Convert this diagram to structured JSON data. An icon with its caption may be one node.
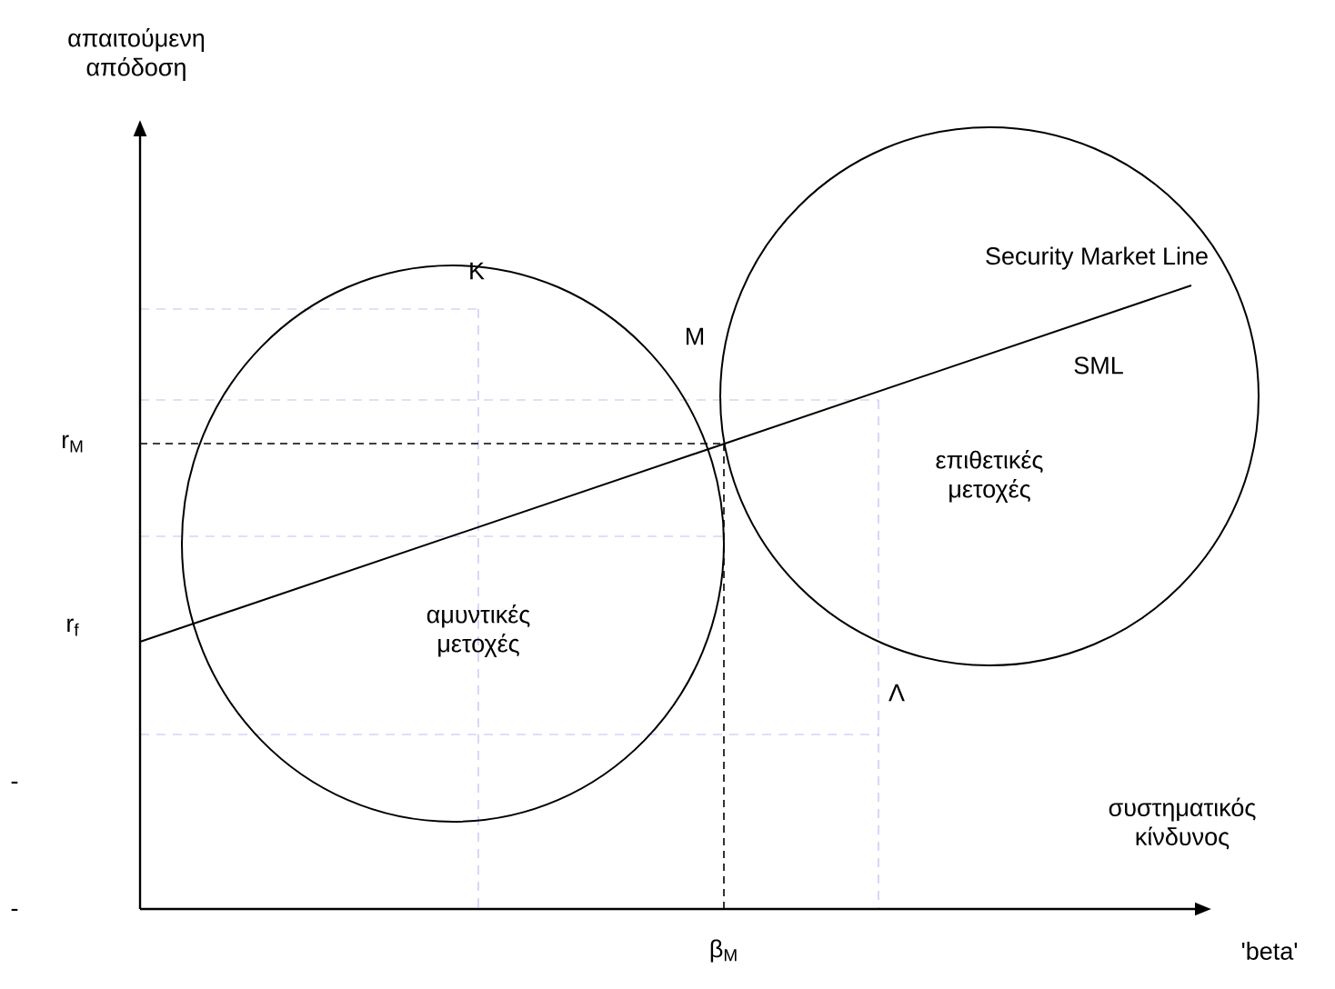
{
  "diagram": {
    "nodes": [
      {
        "text": [
          "αμυντικές μετοχές"
        ]
      },
      {
        "text": [
          "επιθετικές μετοχές"
        ]
      }
    ],
    "edges": [],
    "labels": [
      "απαιτούμενη απόδοση",
      "K",
      "Security Market Line",
      "M",
      "SML",
      "r$_{M}$",
      "r$_{f}$",
      "Λ",
      "-",
      "συστηματικός κίνδυνος",
      "-",
      "β$_{M}$",
      "'beta'"
    ]
  }
}
